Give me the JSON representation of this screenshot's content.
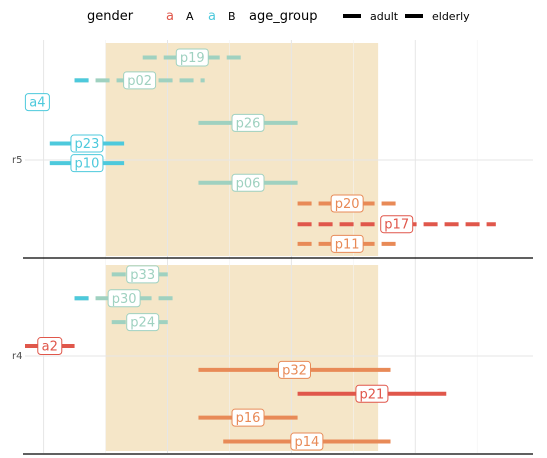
{
  "chart_data": {
    "type": "segment",
    "legend": {
      "gender_title": "gender",
      "gender_keys": [
        {
          "glyph": "a",
          "label": "A",
          "color": "#e0574b"
        },
        {
          "glyph": "a",
          "label": "B",
          "color": "#4dc9dc"
        }
      ],
      "age_title": "age_group",
      "age_keys": [
        {
          "label": "adult",
          "style": "solid"
        },
        {
          "label": "elderly",
          "style": "solid"
        }
      ]
    },
    "panels": [
      {
        "label": "r5"
      },
      {
        "label": "r4"
      }
    ],
    "highlight_band": {
      "x": [
        1.5,
        3.7
      ],
      "color": "#f5e6c8"
    },
    "xlim": [
      0.85,
      4.95
    ],
    "colors": {
      "teal": "#9fd1c0",
      "cyan": "#4dc9dc",
      "red": "#e0574b",
      "orange": "#e88a57"
    },
    "segments": [
      {
        "panel": 0,
        "label": "p19",
        "x0": 1.8,
        "x1": 2.6,
        "dashed": true,
        "color": "teal",
        "pos": 0.08
      },
      {
        "panel": 0,
        "label": "p02",
        "x0": 1.25,
        "x1": 2.3,
        "dashed": true,
        "color": "teal",
        "dot_start": 1.25,
        "dot_color": "cyan",
        "pos": 0.185
      },
      {
        "panel": 0,
        "label": "a4",
        "x0": null,
        "x1": null,
        "dashed": false,
        "color": "cyan",
        "text_x": 0.95,
        "pos": 0.285
      },
      {
        "panel": 0,
        "label": "p26",
        "x0": 2.25,
        "x1": 3.05,
        "dashed": false,
        "color": "teal",
        "pos": 0.38
      },
      {
        "panel": 0,
        "label": "p23",
        "x0": 1.05,
        "x1": 1.65,
        "dashed": false,
        "color": "cyan",
        "pos": 0.475
      },
      {
        "panel": 0,
        "label": "p10",
        "x0": 1.05,
        "x1": 1.65,
        "dashed": false,
        "color": "cyan",
        "pos": 0.565
      },
      {
        "panel": 0,
        "label": "p06",
        "x0": 2.25,
        "x1": 3.05,
        "dashed": false,
        "color": "teal",
        "pos": 0.655
      },
      {
        "panel": 0,
        "label": "p20",
        "x0": 3.05,
        "x1": 3.85,
        "dashed": true,
        "color": "orange",
        "pos": 0.75
      },
      {
        "panel": 0,
        "label": "p17",
        "x0": 3.05,
        "x1": 4.65,
        "dashed": true,
        "color": "red",
        "pos": 0.845
      },
      {
        "panel": 0,
        "label": "p11",
        "x0": 3.05,
        "x1": 3.85,
        "dashed": true,
        "color": "orange",
        "pos": 0.935
      },
      {
        "panel": 1,
        "label": "p33",
        "x0": 1.55,
        "x1": 2.05,
        "dashed": true,
        "color": "teal",
        "pos": 0.065
      },
      {
        "panel": 1,
        "label": "p30",
        "x0": 1.25,
        "x1": 2.05,
        "dashed": true,
        "color": "teal",
        "dot_start": 1.25,
        "dot_color": "cyan",
        "pos": 0.19
      },
      {
        "panel": 1,
        "label": "p24",
        "x0": 1.55,
        "x1": 2.05,
        "dashed": true,
        "color": "teal",
        "pos": 0.315
      },
      {
        "panel": 1,
        "label": "a2",
        "x0": 0.85,
        "x1": 1.25,
        "dashed": false,
        "color": "red",
        "pos": 0.44
      },
      {
        "panel": 1,
        "label": "p32",
        "x0": 2.25,
        "x1": 3.8,
        "dashed": false,
        "color": "orange",
        "pos": 0.565
      },
      {
        "panel": 1,
        "label": "p21",
        "x0": 3.05,
        "x1": 4.25,
        "dashed": false,
        "color": "red",
        "pos": 0.69
      },
      {
        "panel": 1,
        "label": "p16",
        "x0": 2.25,
        "x1": 3.05,
        "dashed": false,
        "color": "orange",
        "pos": 0.815
      },
      {
        "panel": 1,
        "label": "p14",
        "x0": 2.45,
        "x1": 3.8,
        "dashed": false,
        "color": "orange",
        "pos": 0.94
      }
    ]
  }
}
